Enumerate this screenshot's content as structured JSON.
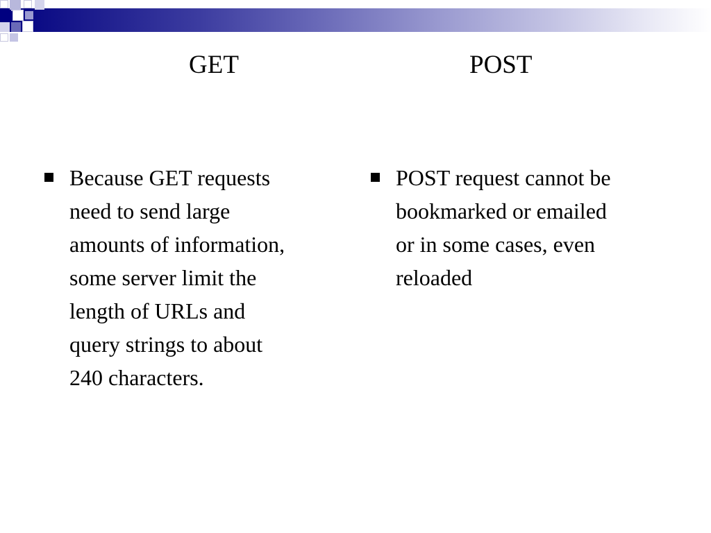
{
  "slide": {
    "headings": {
      "left": "GET",
      "right": "POST"
    },
    "columns": {
      "left": {
        "bullets": [
          {
            "lines": [
              "Because GET requests",
              "need to send large",
              "amounts of information,",
              "some server limit the",
              "length of URLs and",
              "query strings to about",
              "240 characters."
            ]
          }
        ]
      },
      "right": {
        "bullets": [
          {
            "lines": [
              "POST request cannot be",
              "bookmarked or emailed",
              "or in some cases, even",
              "reloaded"
            ]
          }
        ]
      }
    },
    "colors": {
      "accent": "#000080",
      "text": "#000000",
      "background": "#ffffff"
    }
  }
}
